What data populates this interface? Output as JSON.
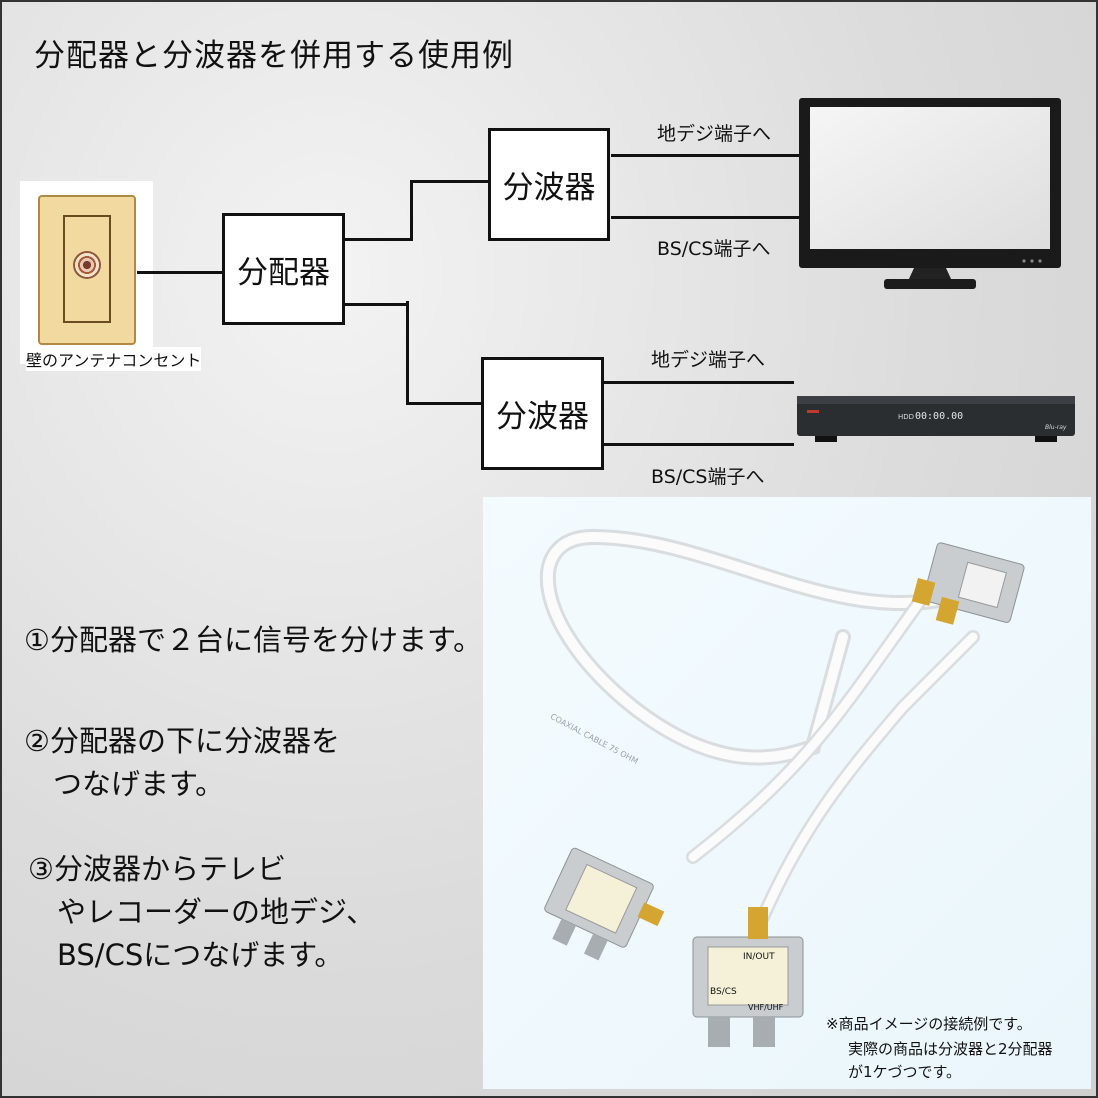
{
  "title": "分配器と分波器を併用する使用例",
  "diagram": {
    "splitter_label": "分配器",
    "diplexer_top_label": "分波器",
    "diplexer_bottom_label": "分波器",
    "wall_outlet_label": "壁のアンテナコンセント",
    "top_port1": "地デジ端子へ",
    "top_port2": "BS/CS端子へ",
    "bottom_port1": "地デジ端子へ",
    "bottom_port2": "BS/CS端子へ",
    "recorder_display": "00:00.00",
    "recorder_hdd": "HDD",
    "recorder_brand": "Blu-ray"
  },
  "steps": [
    "①分配器で２台に信号を分けます。",
    "②分配器の下に分波器を\n　つなげます。",
    "③分波器からテレビ\n　やレコーダーの地デジ、\n　BS/CSにつなげます。"
  ],
  "photo": {
    "notes": [
      "※商品イメージの接続例です。",
      "実際の商品は分波器と2分配器",
      "が1ケづつです。"
    ],
    "device_texts": {
      "in_out": "IN/OUT",
      "bs_cs": "BS/CS",
      "vhf_uhf": "VHF/UHF",
      "cable": "COAXIAL CABLE 75 OHM"
    }
  },
  "colors": {
    "box_border": "#111111",
    "plate": "#f2d9a0",
    "tv_frame": "#1a1a1a"
  }
}
